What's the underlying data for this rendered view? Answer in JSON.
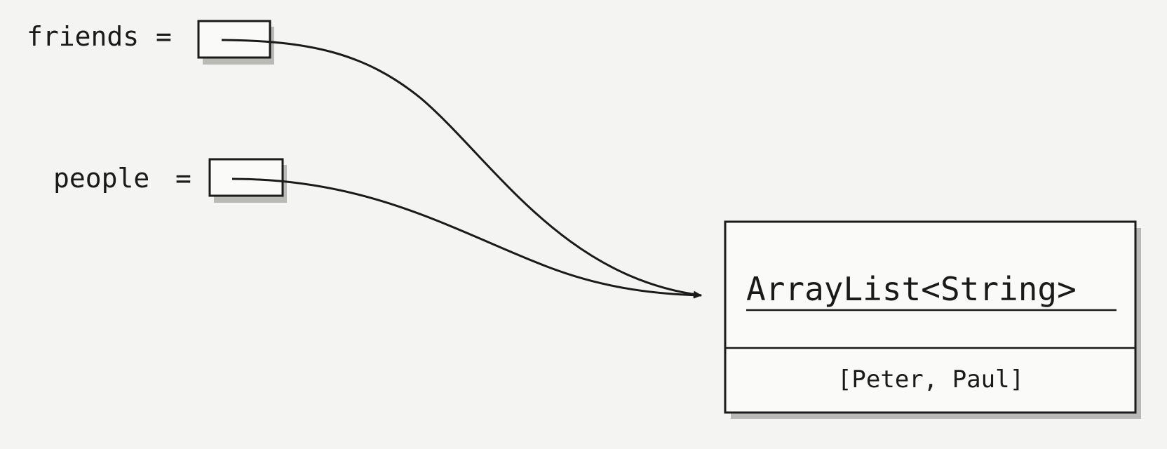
{
  "variables": [
    {
      "name": "friends",
      "equals": "="
    },
    {
      "name": "people",
      "equals": "="
    }
  ],
  "object": {
    "class_name": "ArrayList<String>",
    "contents": "[Peter, Paul]"
  },
  "colors": {
    "ink": "#1a1a1a",
    "shadow": "#b9b9b6",
    "paper": "#f4f4f2"
  }
}
